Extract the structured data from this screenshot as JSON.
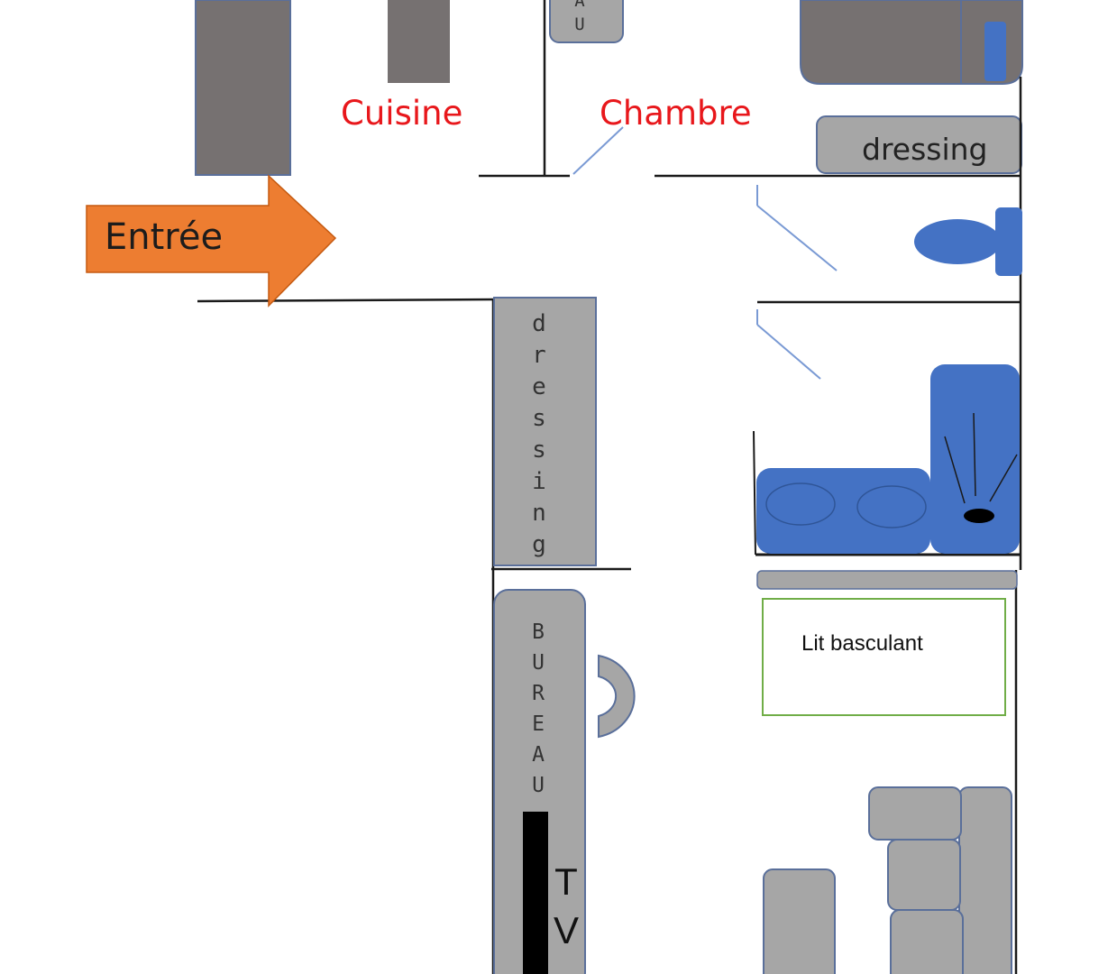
{
  "labels": {
    "cuisine": "Cuisine",
    "chambre": "Chambre",
    "entree": "Entrée",
    "dressing_top": "dressing",
    "dressing_vertical": "dressing",
    "bureau_vertical": "BUREAU",
    "bureau_top_fragment": "AU",
    "lit_basculant": "Lit basculant",
    "tv": "TV"
  },
  "colors": {
    "furniture_dark": "#767171",
    "furniture_gray": "#a6a6a6",
    "fixture_blue": "#4472c4",
    "arrow_orange": "#ed7d31",
    "wall": "#1a1a1a",
    "label_red": "#e8171b",
    "bed_outline": "#70ad47"
  },
  "icons": {
    "entry_arrow": "arrow-right-icon",
    "toilet": "toilet-icon",
    "sink": "double-sink-icon",
    "shower": "shower-icon",
    "chair": "chair-icon",
    "sofa": "sofa-icon"
  }
}
